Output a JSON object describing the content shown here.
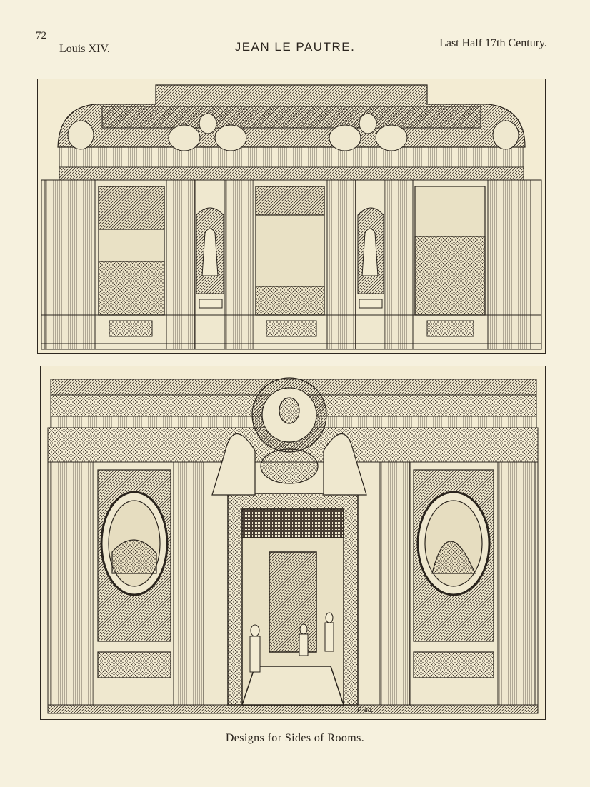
{
  "page": {
    "number": "72",
    "header_left": "Louis XIV.",
    "header_center": "JEAN LE PAUTRE.",
    "header_right": "Last Half 17th Century.",
    "caption": "Designs for Sides of Rooms.",
    "engraver_signature": "P. ad."
  },
  "colors": {
    "paper": "#f6f1de",
    "ink": "#2a241d"
  }
}
